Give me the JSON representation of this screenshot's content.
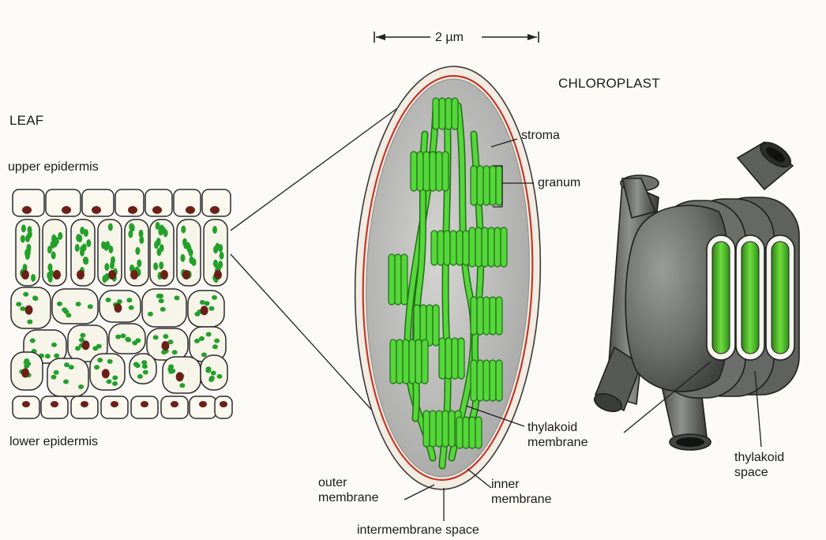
{
  "labels": {
    "scale": "2 µm",
    "leaf": "LEAF",
    "upper_epidermis": "upper epidermis",
    "lower_epidermis": "lower epidermis",
    "chloroplast": "CHLOROPLAST",
    "stroma": "stroma",
    "granum": "granum",
    "thylakoid_membrane": "thylakoid\nmembrane",
    "thylakoid_space": "thylakoid\nspace",
    "outer_membrane": "outer\nmembrane",
    "inner_membrane": "inner\nmembrane",
    "intermembrane_space": "intermembrane space"
  },
  "colors": {
    "background": "#fbfaf6",
    "outline": "#2b2b2b",
    "chloroplast_green": "#22a02a",
    "thylakoid_bright": "#55d63a",
    "nucleus": "#6b1f17",
    "outer_membrane": "#f3ece2",
    "inner_membrane": "#c0392b",
    "stroma": "#bcbcbc",
    "granum_3d": "#5d5f5c"
  }
}
